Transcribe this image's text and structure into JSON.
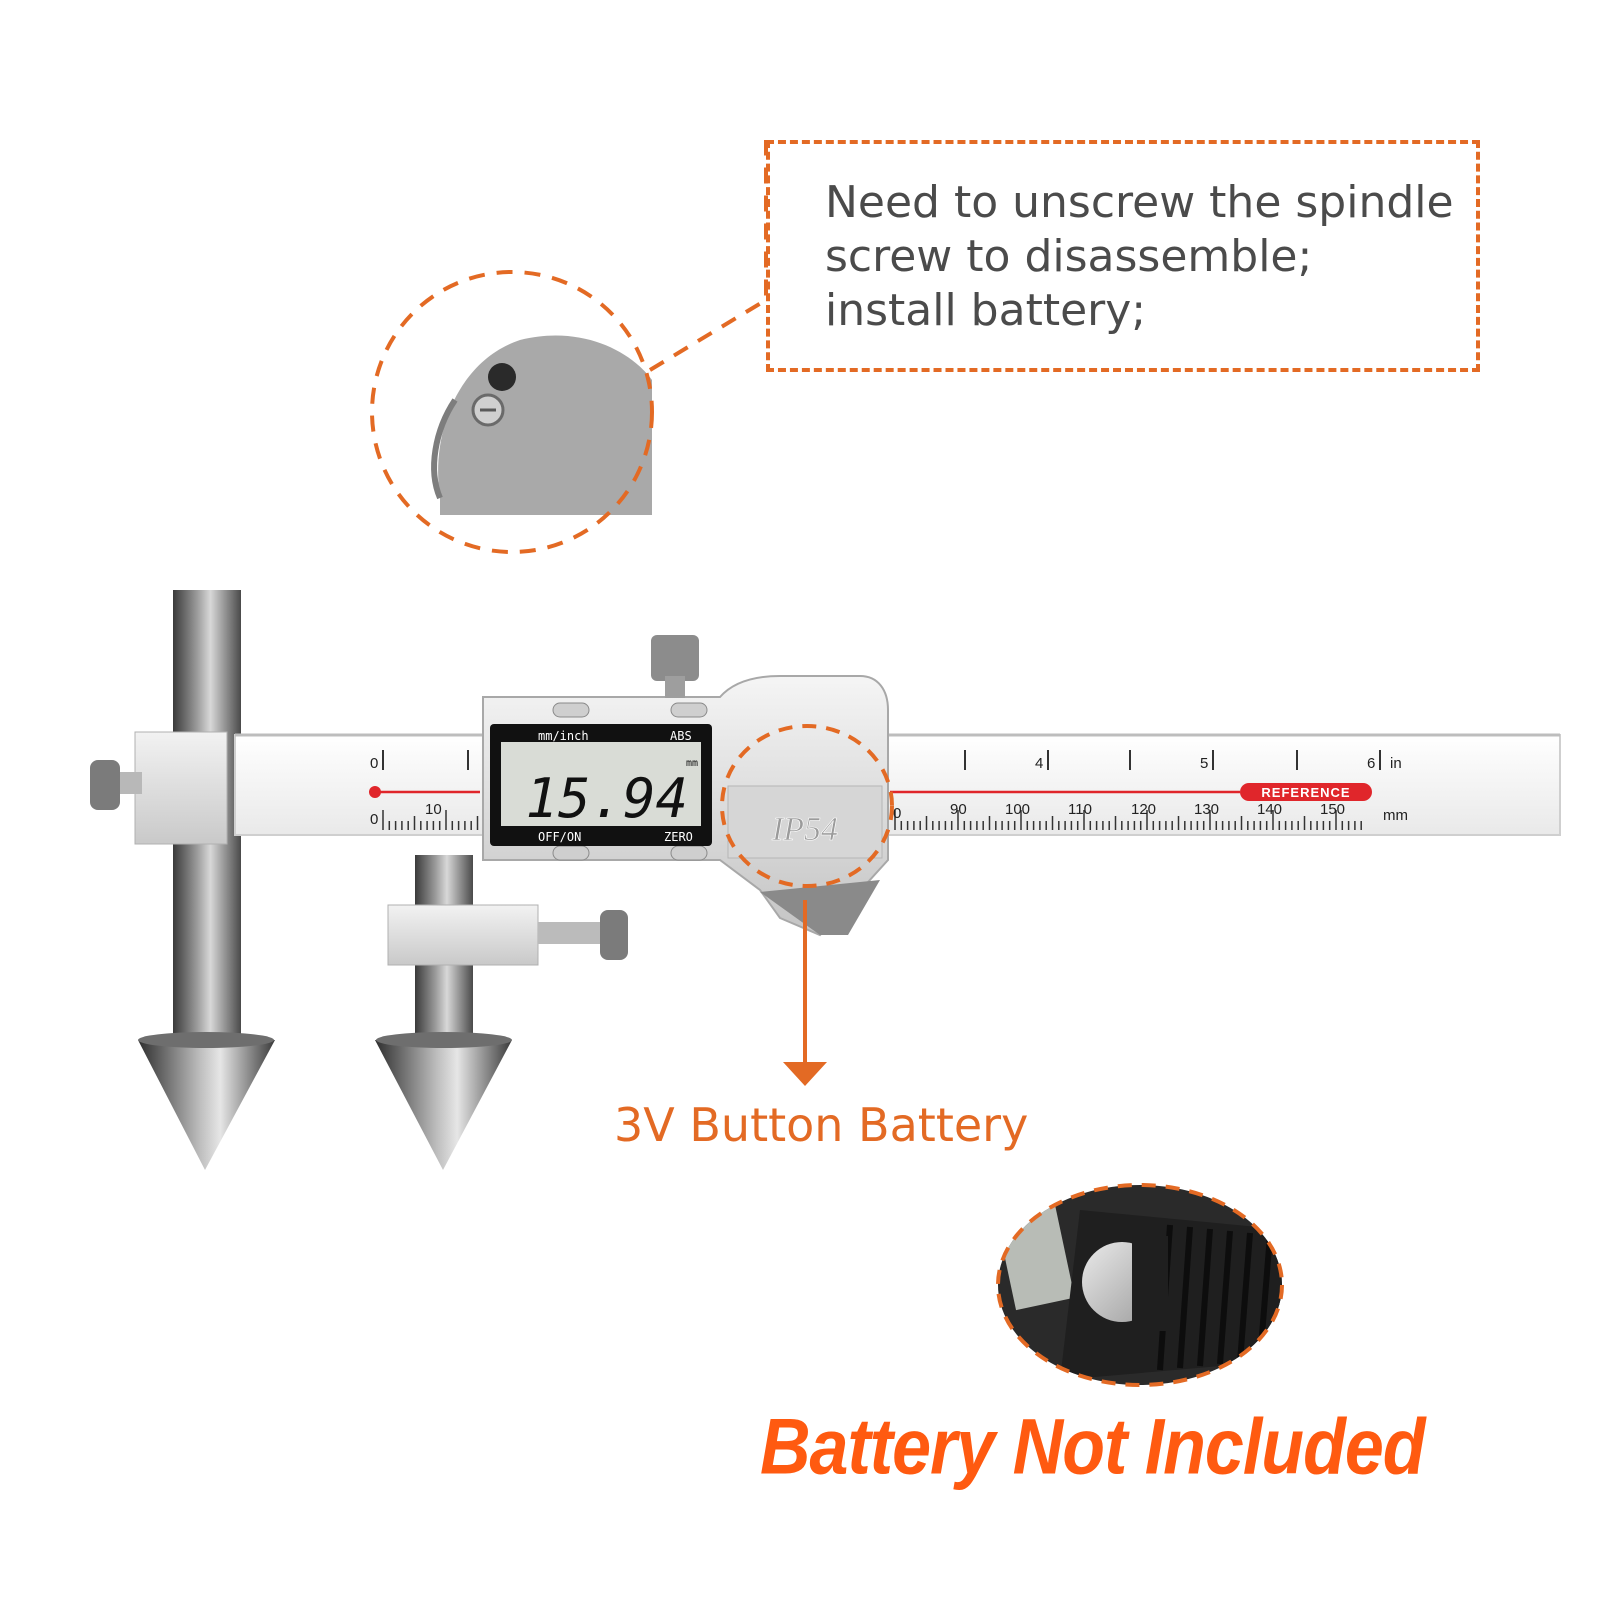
{
  "callout": {
    "lines": [
      "Need to unscrew the spindle",
      "screw to disassemble;",
      "install battery;"
    ]
  },
  "caliper": {
    "display": {
      "reading": "15.94",
      "unit_toggle": "mm/inch",
      "abs_label": "ABS",
      "unit_indicator": "mm",
      "power_button": "OFF/ON",
      "zero_button": "ZERO"
    },
    "ip_rating": "IP54",
    "scale": {
      "inch_ticks": [
        "0",
        "4",
        "5",
        "6"
      ],
      "inch_unit": "in",
      "mm_ticks": [
        "0",
        "10",
        "0",
        "90",
        "100",
        "110",
        "120",
        "130",
        "140",
        "150"
      ],
      "mm_unit": "mm",
      "reference_label": "REFERENCE"
    }
  },
  "battery": {
    "type_label": "3V Button Battery",
    "notice": "Battery Not Included"
  },
  "colors": {
    "accent_orange": "#e36a24",
    "notice_orange": "#ff5a10",
    "reference_red": "#e0262b",
    "text_gray": "#4b4b4b"
  }
}
